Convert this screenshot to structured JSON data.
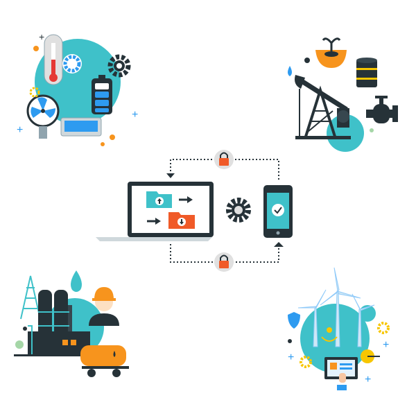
{
  "colors": {
    "teal": "#3fc1c9",
    "dark": "#263238",
    "orange": "#f7941d",
    "red_orange": "#f15a24",
    "blue": "#2e9bf0",
    "light_gray": "#e0e0e0",
    "lock_red": "#f05a28"
  },
  "clusters": [
    {
      "id": "smart-devices",
      "icons": [
        "thermometer-icon",
        "gear-icon",
        "battery-icon",
        "fan-icon",
        "keyboard-icon"
      ]
    },
    {
      "id": "oil-extraction",
      "icons": [
        "oil-pump-icon",
        "oil-barrel-icon",
        "pipe-valve-icon",
        "oil-drop-icon",
        "plant-bowl-icon"
      ]
    },
    {
      "id": "refinery",
      "icons": [
        "refinery-icon",
        "water-drop-icon",
        "worker-icon",
        "tanker-truck-icon"
      ]
    },
    {
      "id": "wind-energy",
      "icons": [
        "wind-turbine-icon",
        "shield-icon",
        "tablet-icon",
        "touch-hand-icon",
        "gear-icon"
      ]
    }
  ],
  "center": {
    "icons": [
      "laptop-icon",
      "upload-folder-icon",
      "download-folder-icon",
      "settings-gear-icon",
      "smartphone-icon",
      "checkmark-icon",
      "lock-icon"
    ]
  }
}
